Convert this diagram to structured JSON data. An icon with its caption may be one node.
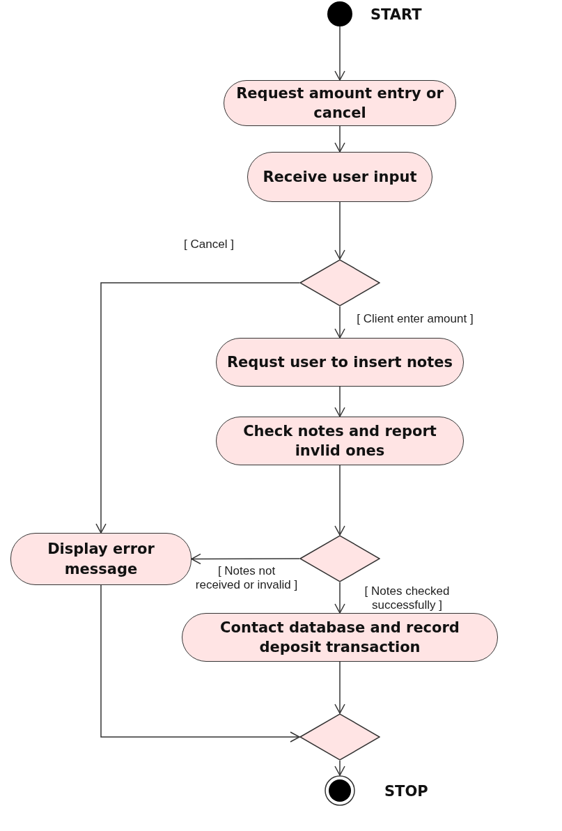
{
  "diagram": {
    "nodes": [
      {
        "text": [],
        "shape": "circle",
        "beside": [
          "START"
        ]
      },
      {
        "text": [
          "Request amount entry or cancel"
        ]
      },
      {
        "text": [
          "Receive user input"
        ]
      },
      {
        "text": [],
        "shape": "diamond"
      },
      {
        "text": [
          "Requst user to insert notes"
        ]
      },
      {
        "text": [
          "Check notes and report invlid ones"
        ]
      },
      {
        "text": [],
        "shape": "diamond"
      },
      {
        "text": [
          "Display error message"
        ]
      },
      {
        "text": [
          "Contact database and record deposit transaction"
        ]
      },
      {
        "text": [],
        "shape": "diamond"
      },
      {
        "text": [],
        "shape": "circle",
        "beside": [
          "STOP"
        ]
      }
    ],
    "edges": [
      {
        "from": 0,
        "to": 1,
        "arrow": "to"
      },
      {
        "from": 1,
        "to": 2,
        "arrow": "to"
      },
      {
        "from": 2,
        "to": 3,
        "arrow": "to"
      },
      {
        "from": 3,
        "to": 7,
        "arrow": "to",
        "label": "[ Cancel ]"
      },
      {
        "from": 3,
        "to": 4,
        "arrow": "to",
        "label": "[ Client enter amount ]"
      },
      {
        "from": 4,
        "to": 5,
        "arrow": "to"
      },
      {
        "from": 5,
        "to": 6,
        "arrow": "to"
      },
      {
        "from": 6,
        "to": 7,
        "arrow": "to",
        "label": "[ Notes not received or invalid ]"
      },
      {
        "from": 6,
        "to": 8,
        "arrow": "to",
        "label": "[ Notes checked successfully ]"
      },
      {
        "from": 8,
        "to": 9,
        "arrow": "to"
      },
      {
        "from": 7,
        "to": 9,
        "arrow": "to"
      },
      {
        "from": 9,
        "to": 10,
        "arrow": "to"
      }
    ]
  }
}
